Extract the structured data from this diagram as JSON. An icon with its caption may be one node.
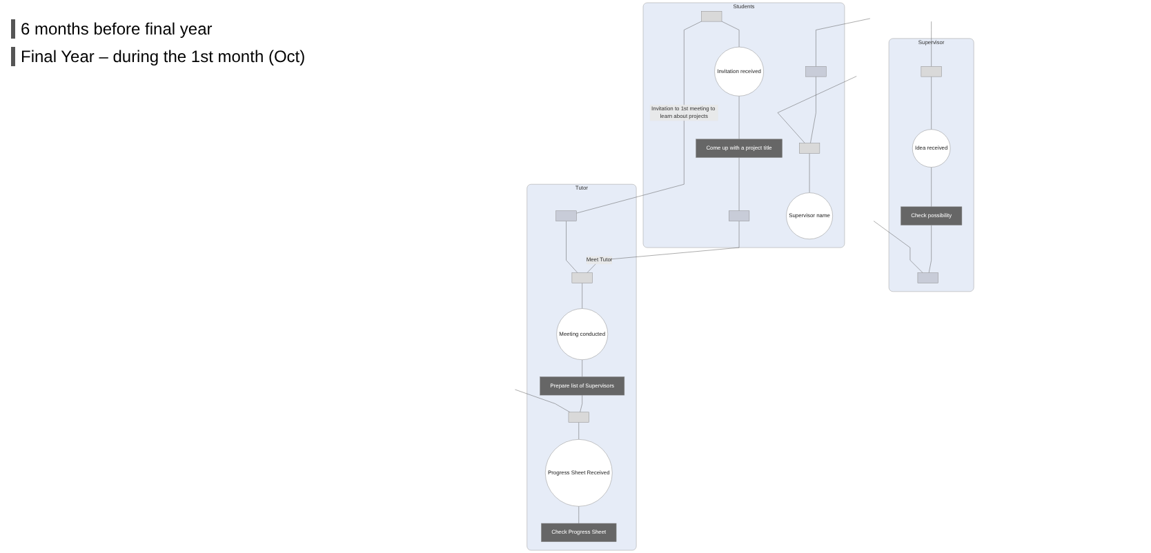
{
  "diagram": {
    "nodes": [
      {
        "text": [
          "Students"
        ]
      },
      {
        "text": [],
        "shape": "box",
        "in": 0
      },
      {
        "text": [
          "Invitation received"
        ],
        "in": 0
      },
      {
        "text": [
          "Come up with a project title"
        ],
        "in": 0
      },
      {
        "text": [],
        "shape": "box",
        "in": 0
      },
      {
        "text": [],
        "shape": "box",
        "in": 0
      },
      {
        "text": [],
        "shape": "box",
        "in": 0
      },
      {
        "text": [
          "Supervisor name"
        ],
        "in": 0
      },
      {
        "text": [
          "Supervisor"
        ]
      },
      {
        "text": [],
        "shape": "box",
        "in": 8
      },
      {
        "text": [
          "Idea received"
        ],
        "in": 8
      },
      {
        "text": [
          "Check possibility"
        ],
        "in": 8
      },
      {
        "text": [],
        "shape": "box",
        "in": 8
      },
      {
        "text": [
          "Tutor"
        ]
      },
      {
        "text": [],
        "shape": "box",
        "in": 13
      },
      {
        "text": [],
        "shape": "box",
        "in": 13
      },
      {
        "text": [
          "Meeting conducted"
        ],
        "in": 13
      },
      {
        "text": [
          "Prepare list of Supervisors"
        ],
        "in": 13
      },
      {
        "text": [],
        "shape": "box",
        "in": 13
      },
      {
        "text": [
          "Progress Sheet Received"
        ],
        "in": 13
      },
      {
        "text": [
          "Check Progress Sheet"
        ],
        "in": 13
      }
    ],
    "edges": [
      {
        "from": 1,
        "to": 14,
        "arrow": "none",
        "label": "Invitation to 1st meeting to learn about projects"
      },
      {
        "from": 1,
        "to": 2,
        "arrow": "none"
      },
      {
        "from": 2,
        "to": 3,
        "arrow": "none"
      },
      {
        "from": 3,
        "to": 4,
        "arrow": "none"
      },
      {
        "from": 4,
        "to": 15,
        "arrow": "none",
        "label": "Meet Tutor"
      },
      {
        "from": null,
        "to": 5,
        "arrow": "none"
      },
      {
        "from": 5,
        "to": 6,
        "arrow": "none"
      },
      {
        "from": null,
        "to": 6,
        "arrow": "none"
      },
      {
        "from": 6,
        "to": 7,
        "arrow": "none"
      },
      {
        "from": null,
        "to": 9,
        "arrow": "none"
      },
      {
        "from": 9,
        "to": 10,
        "arrow": "none"
      },
      {
        "from": 10,
        "to": 11,
        "arrow": "none"
      },
      {
        "from": 11,
        "to": 12,
        "arrow": "none"
      },
      {
        "from": null,
        "to": 12,
        "arrow": "none"
      },
      {
        "from": 14,
        "to": 15,
        "arrow": "none"
      },
      {
        "from": 15,
        "to": 16,
        "arrow": "none"
      },
      {
        "from": 16,
        "to": 17,
        "arrow": "none"
      },
      {
        "from": 17,
        "to": 18,
        "arrow": "none"
      },
      {
        "from": null,
        "to": 18,
        "arrow": "none"
      },
      {
        "from": 18,
        "to": 19,
        "arrow": "none"
      },
      {
        "from": 19,
        "to": 20,
        "arrow": "none"
      }
    ],
    "labels": [
      "6 months before final year",
      "Final Year – during the 1st month (Oct)"
    ]
  }
}
